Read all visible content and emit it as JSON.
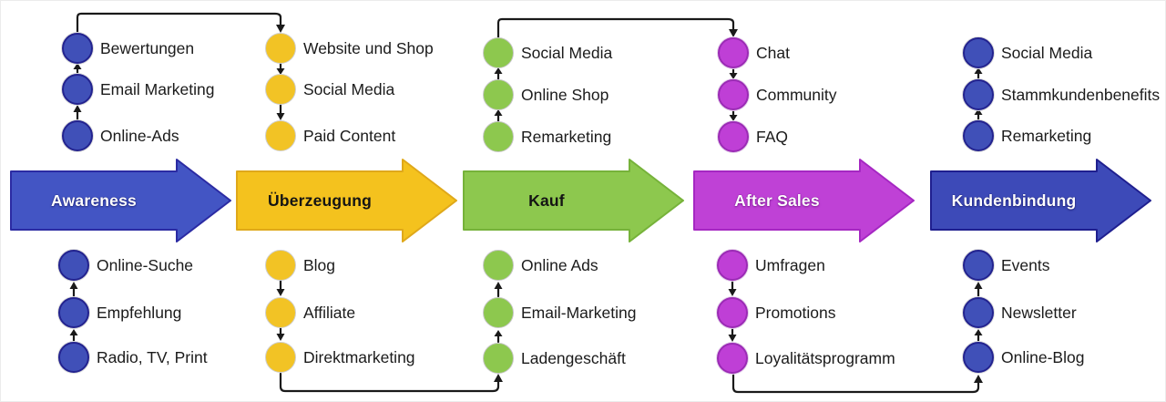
{
  "diagram": {
    "type": "customer-journey-funnel",
    "connector_color": "#1a1a1a",
    "stages": [
      {
        "label": "Awareness",
        "arrow_fill": "#4355c4",
        "arrow_border": "#2b2ba3",
        "label_color": "#ffffff",
        "dot_fill": "#4050b8",
        "channel_flow": "up",
        "top_channels": [
          "Bewertungen",
          "Email Marketing",
          "Online-Ads"
        ],
        "bottom_channels": [
          "Online-Suche",
          "Empfehlung",
          "Radio, TV, Print"
        ]
      },
      {
        "label": "Überzeugung",
        "arrow_fill": "#f4c21e",
        "arrow_border": "#dfa81a",
        "label_color": "#141414",
        "dot_fill": "#f2c325",
        "channel_flow": "down",
        "top_channels": [
          "Website und Shop",
          "Social Media",
          "Paid Content"
        ],
        "bottom_channels": [
          "Blog",
          "Affiliate",
          "Direktmarketing"
        ]
      },
      {
        "label": "Kauf",
        "arrow_fill": "#8dc84e",
        "arrow_border": "#76b23a",
        "label_color": "#141414",
        "dot_fill": "#8dc84e",
        "channel_flow": "up",
        "top_channels": [
          "Social Media",
          "Online Shop",
          "Remarketing"
        ],
        "bottom_channels": [
          "Online Ads",
          "Email-Marketing",
          "Ladengeschäft"
        ]
      },
      {
        "label": "After Sales",
        "arrow_fill": "#bf41d6",
        "arrow_border": "#a527c2",
        "label_color": "#ffffff",
        "dot_fill": "#bf3fd6",
        "channel_flow": "down",
        "top_channels": [
          "Chat",
          "Community",
          "FAQ"
        ],
        "bottom_channels": [
          "Umfragen",
          "Promotions",
          "Loyalitätsprogramm"
        ]
      },
      {
        "label": "Kundenbindung",
        "arrow_fill": "#3d4ab8",
        "arrow_border": "#1f1f8f",
        "label_color": "#ffffff",
        "dot_fill": "#4050b8",
        "channel_flow": "up",
        "top_channels": [
          "Social Media",
          "Stammkundenbenefits",
          "Remarketing"
        ],
        "bottom_channels": [
          "Events",
          "Newsletter",
          "Online-Blog"
        ]
      }
    ],
    "cross_stage_connectors": [
      {
        "from": "Awareness: Bewertungen",
        "to": "Überzeugung: Website und Shop",
        "position": "top"
      },
      {
        "from": "Kauf: Social Media",
        "to": "After Sales: Chat",
        "position": "top"
      },
      {
        "from": "Überzeugung: Direktmarketing",
        "to": "Kauf: Ladengeschäft",
        "position": "bottom"
      },
      {
        "from": "After Sales: Loyalitätsprogramm",
        "to": "Kundenbindung: Online-Blog",
        "position": "bottom"
      }
    ]
  }
}
